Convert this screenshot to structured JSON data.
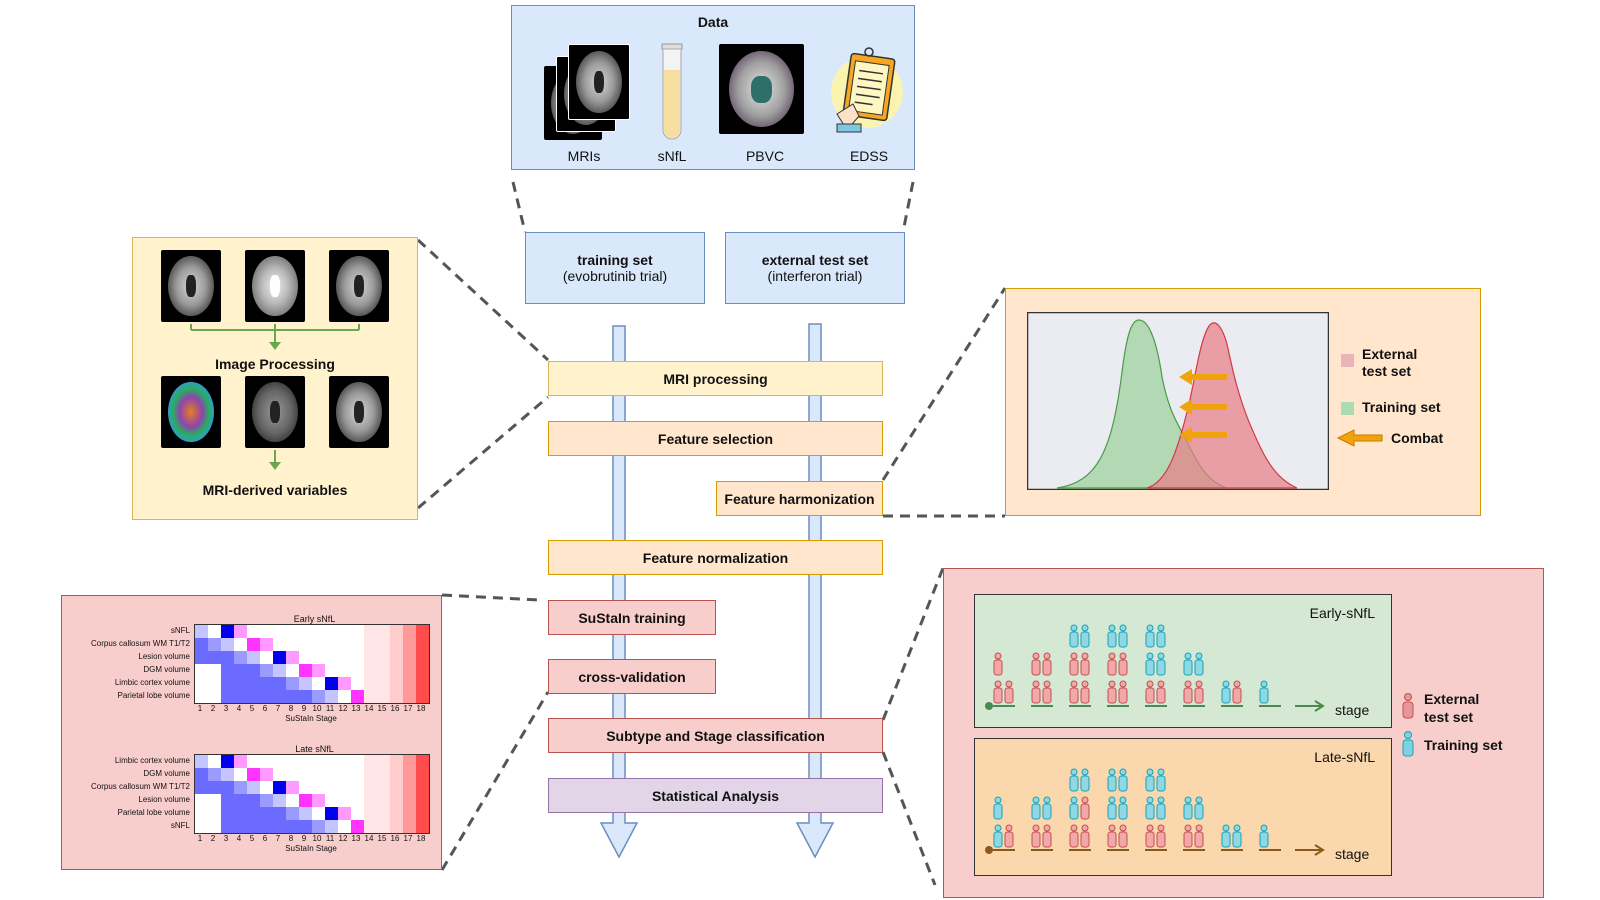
{
  "data_panel": {
    "title": "Data",
    "items": [
      "MRIs",
      "sNfL",
      "PBVC",
      "EDSS"
    ]
  },
  "sets": {
    "training_title": "training set",
    "training_sub": "(evobrutinib trial)",
    "test_title": "external test set",
    "test_sub": "(interferon trial)"
  },
  "pipeline": {
    "mri_processing": "MRI processing",
    "feature_selection": "Feature selection",
    "feature_harmonization": "Feature harmonization",
    "feature_normalization": "Feature normalization",
    "sustain_training": "SuStaIn training",
    "cross_validation": "cross-validation",
    "subtype_stage": "Subtype and Stage classification",
    "statistical_analysis": "Statistical Analysis"
  },
  "image_panel": {
    "processing_label": "Image Processing",
    "output_label": "MRI-derived variables"
  },
  "harmonization_panel": {
    "legend_external": "External\ntest set",
    "legend_training": "Training set",
    "legend_combat": "Combat",
    "colors": {
      "external": "#e8b4b8",
      "training": "#a9dcb0",
      "combat": "#f0a30a"
    }
  },
  "heatmaps": {
    "early": {
      "title": "Early sNfL",
      "rows": [
        "sNFL",
        "Corpus callosum WM T1/T2",
        "Lesion volume",
        "DGM volume",
        "Limbic cortex volume",
        "Parietal lobe volume"
      ],
      "xlabel": "SuStaIn Stage"
    },
    "late": {
      "title": "Late sNfL",
      "rows": [
        "Limbic cortex volume",
        "DGM volume",
        "Corpus callosum WM T1/T2",
        "Lesion volume",
        "Parietal lobe volume",
        "sNFL"
      ],
      "xlabel": "SuStaIn Stage"
    },
    "ticks": [
      "1",
      "2",
      "3",
      "4",
      "5",
      "6",
      "7",
      "8",
      "9",
      "10",
      "11",
      "12",
      "13",
      "14",
      "15",
      "16",
      "17",
      "18"
    ]
  },
  "stage_panel": {
    "early_title": "Early-sNfL",
    "late_title": "Late-sNfL",
    "stage_label": "stage",
    "legend_external": "External\ntest set",
    "legend_training": "Training set",
    "colors": {
      "external": "#c0504d",
      "training": "#17a2b8"
    }
  }
}
